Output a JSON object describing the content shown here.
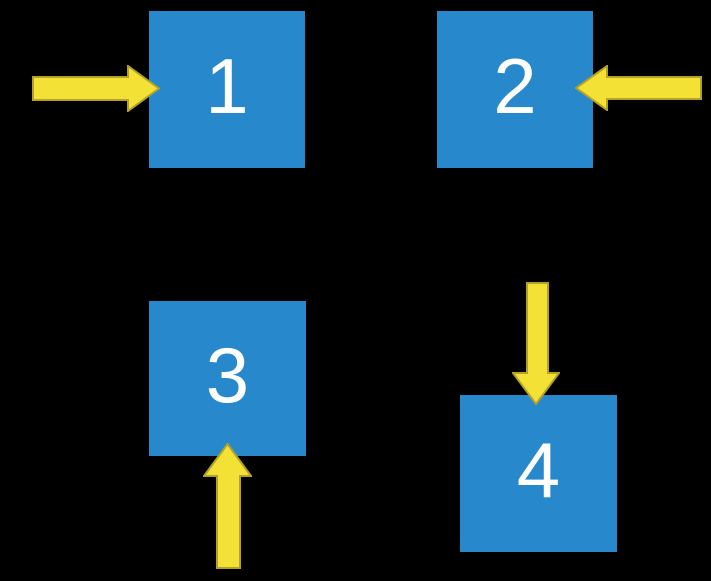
{
  "canvas": {
    "background": "#000000"
  },
  "colors": {
    "box_fill": "#2789CC",
    "label_color": "#FFFFFF",
    "arrow_fill": "#F3E136",
    "arrow_outline": "#B3A226"
  },
  "boxes": [
    {
      "label": "1",
      "arrow_direction": "right",
      "arrow_enters_from": "left"
    },
    {
      "label": "2",
      "arrow_direction": "left",
      "arrow_enters_from": "right"
    },
    {
      "label": "3",
      "arrow_direction": "up",
      "arrow_enters_from": "bottom"
    },
    {
      "label": "4",
      "arrow_direction": "down",
      "arrow_enters_from": "top"
    }
  ]
}
